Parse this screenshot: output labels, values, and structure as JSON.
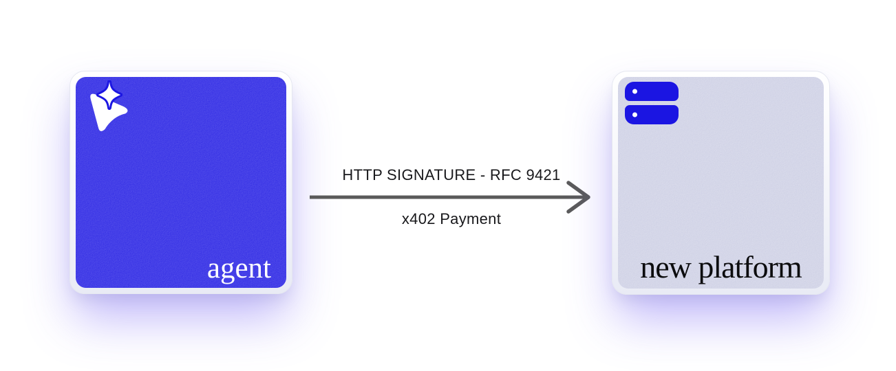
{
  "diagram": {
    "agent_card": {
      "label": "agent",
      "icon": "sparkle-cursor-icon",
      "surface_color": "#1b15e2",
      "text_color": "#ffffff"
    },
    "platform_card": {
      "label": "new platform",
      "icon": "server-icon",
      "surface_color": "#e5e6f2",
      "icon_color": "#1b15e2",
      "text_color": "#0c0c0e"
    },
    "flow": {
      "top_label": "HTTP SIGNATURE - RFC 9421",
      "bottom_label": "x402 Payment",
      "arrow_color": "#5a5a5a",
      "arrow_direction": "left-to-right"
    }
  },
  "colors": {
    "background": "#ffffff",
    "card_frame_border": "#e5e7f0",
    "under_glow": "#7a66f0"
  }
}
